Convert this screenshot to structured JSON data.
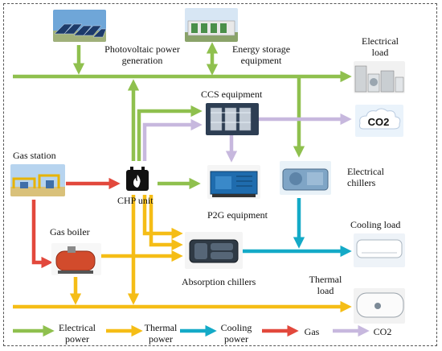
{
  "colors": {
    "electrical": "#8fc04e",
    "thermal": "#f5bd16",
    "cooling": "#14aac7",
    "gas": "#e2483c",
    "co2": "#c7b8de"
  },
  "nodes": {
    "pv": {
      "label_line1": "Photovoltaic power",
      "label_line2": "generation"
    },
    "storage": {
      "label_line1": "Energy storage",
      "label_line2": "equipment"
    },
    "elec_load": {
      "label_line1": "Electrical",
      "label_line2": "load"
    },
    "ccs": {
      "label": "CCS equipment"
    },
    "co2_tank": {
      "label": "CO2"
    },
    "gas_station": {
      "label": "Gas station"
    },
    "chp": {
      "label": "CHP unit"
    },
    "p2g": {
      "label": "P2G equipment"
    },
    "elec_chillers": {
      "label_line1": "Electrical",
      "label_line2": "chillers"
    },
    "gas_boiler": {
      "label": "Gas boiler"
    },
    "cooling_load": {
      "label": "Cooling load"
    },
    "absorption": {
      "label": "Absorption chillers"
    },
    "thermal_load": {
      "label_line1": "Thermal",
      "label_line2": "load"
    }
  },
  "legend": [
    {
      "line1": "Electrical",
      "line2": "power",
      "color": "#8fc04e"
    },
    {
      "line1": "Thermal",
      "line2": "power",
      "color": "#f5bd16"
    },
    {
      "line1": "Cooling",
      "line2": "power",
      "color": "#14aac7"
    },
    {
      "line1": "Gas",
      "line2": "",
      "color": "#e2483c"
    },
    {
      "line1": "CO2",
      "line2": "",
      "color": "#c7b8de"
    }
  ]
}
